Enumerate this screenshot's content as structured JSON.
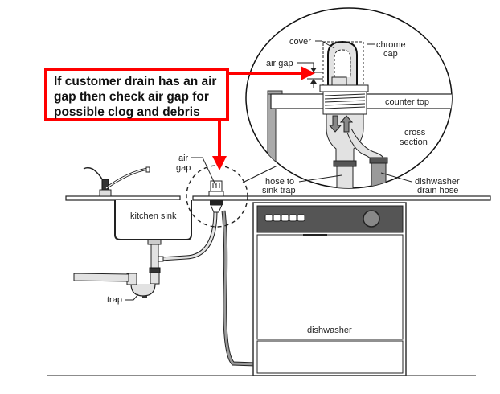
{
  "callout": {
    "lines": [
      "If customer drain has an air",
      "gap then check air gap for",
      "possible clog and debris"
    ],
    "border_color": "#ff0000"
  },
  "labels": {
    "cover": "cover",
    "chrome_cap_1": "chrome",
    "chrome_cap_2": "cap",
    "air_gap_detail": "air gap",
    "counter_top": "counter top",
    "cross_section_1": "cross",
    "cross_section_2": "section",
    "hose_to_sink_trap_1": "hose to",
    "hose_to_sink_trap_2": "sink trap",
    "dishwasher_drain_hose_1": "dishwasher",
    "dishwasher_drain_hose_2": "drain hose",
    "air_gap_1": "air",
    "air_gap_2": "gap",
    "kitchen_sink": "kitchen sink",
    "trap": "trap",
    "dishwasher": "dishwasher"
  },
  "colors": {
    "arrow": "#ff0000",
    "line": "#111111",
    "pipe_fill": "#e2e2e2",
    "panel_fill": "#555555",
    "hose_fill": "#9a9a9a"
  }
}
